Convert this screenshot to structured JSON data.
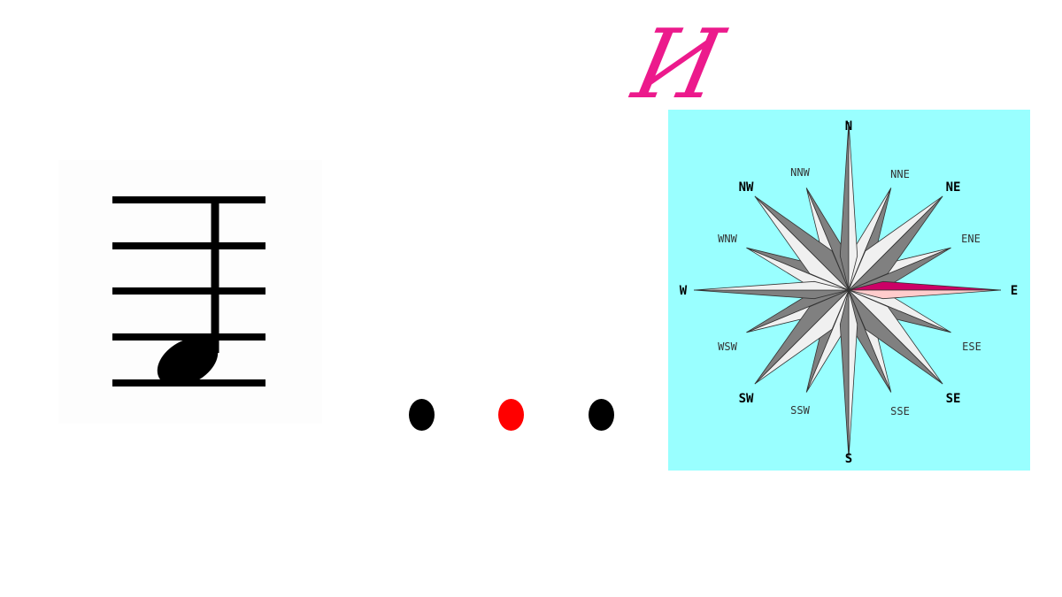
{
  "music_note": {
    "icon": "quarter-note-on-staff-icon",
    "color": "#000000"
  },
  "dots": [
    {
      "color": "#000000"
    },
    {
      "color": "#ff0000"
    },
    {
      "color": "#000000"
    }
  ],
  "letter": {
    "text": "И",
    "color": "#ec1a8c"
  },
  "compass": {
    "icon": "compass-rose-icon",
    "background": "#99ffff",
    "highlight_upper": "#cc0066",
    "highlight_lower": "#ffcccc",
    "directions": {
      "N": "N",
      "NNE": "NNE",
      "NE": "NE",
      "ENE": "ENE",
      "E": "E",
      "ESE": "ESE",
      "SE": "SE",
      "SSE": "SSE",
      "S": "S",
      "SSW": "SSW",
      "SW": "SW",
      "WSW": "WSW",
      "W": "W",
      "WNW": "WNW",
      "NW": "NW",
      "NNW": "NNW"
    }
  }
}
